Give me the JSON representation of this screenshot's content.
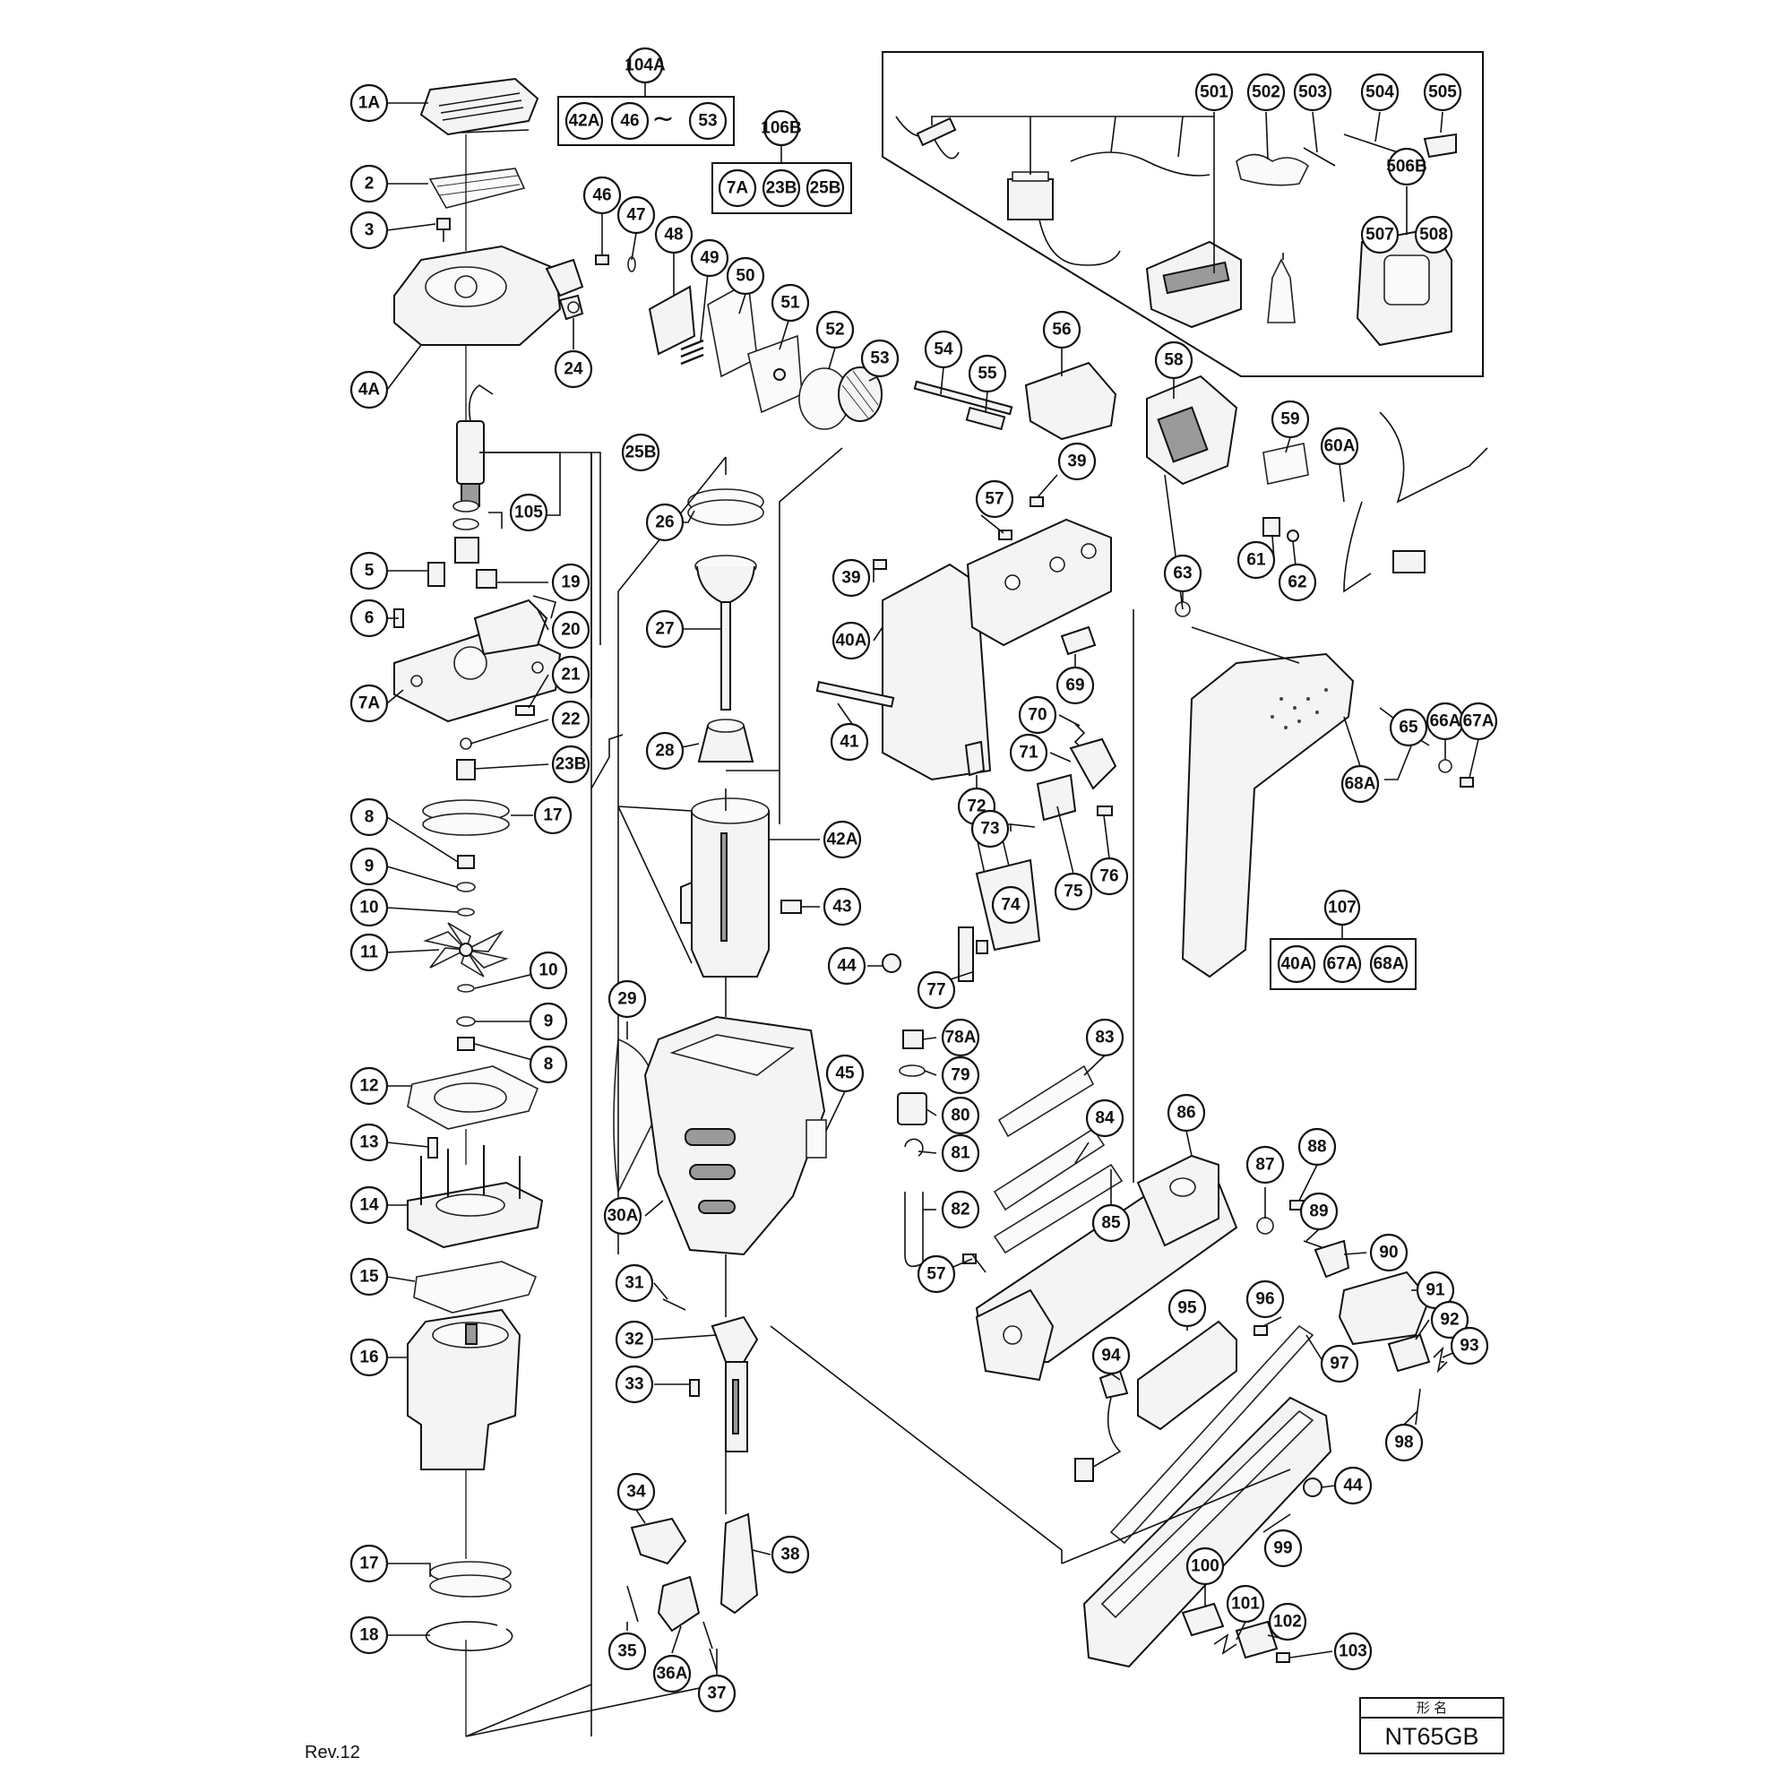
{
  "title_block": {
    "header": "形 名",
    "model": "NT65GB"
  },
  "revision": "Rev.12",
  "group_kits": [
    {
      "id": "104A",
      "items": [
        "42A",
        "46",
        "~",
        "53"
      ]
    },
    {
      "id": "106B",
      "items": [
        "7A",
        "23B",
        "25B"
      ]
    },
    {
      "id": "107",
      "items": [
        "40A",
        "67A",
        "68A"
      ]
    }
  ],
  "callouts": [
    "1A",
    "2",
    "3",
    "4A",
    "24",
    "25B",
    "105",
    "5",
    "6",
    "19",
    "20",
    "7A",
    "21",
    "22",
    "23B",
    "8",
    "17",
    "9",
    "10",
    "11",
    "10",
    "9",
    "8",
    "12",
    "13",
    "14",
    "15",
    "16",
    "17",
    "18",
    "46",
    "47",
    "48",
    "49",
    "50",
    "51",
    "52",
    "53",
    "26",
    "27",
    "28",
    "42A",
    "43",
    "29",
    "45",
    "30A",
    "31",
    "32",
    "33",
    "34",
    "38",
    "35",
    "36A",
    "37",
    "501",
    "502",
    "503",
    "504",
    "505",
    "506B",
    "507",
    "508",
    "54",
    "55",
    "56",
    "58",
    "59",
    "60A",
    "39",
    "57",
    "39",
    "40A",
    "69",
    "63",
    "61",
    "62",
    "41",
    "72",
    "70",
    "71",
    "76",
    "73",
    "75",
    "74",
    "44",
    "77",
    "78A",
    "79",
    "80",
    "81",
    "82",
    "57",
    "65",
    "66A",
    "67A",
    "68A",
    "83",
    "84",
    "85",
    "86",
    "87",
    "88",
    "89",
    "90",
    "91",
    "92",
    "93",
    "98",
    "95",
    "96",
    "97",
    "94",
    "44",
    "99",
    "100",
    "101",
    "102",
    "103"
  ]
}
